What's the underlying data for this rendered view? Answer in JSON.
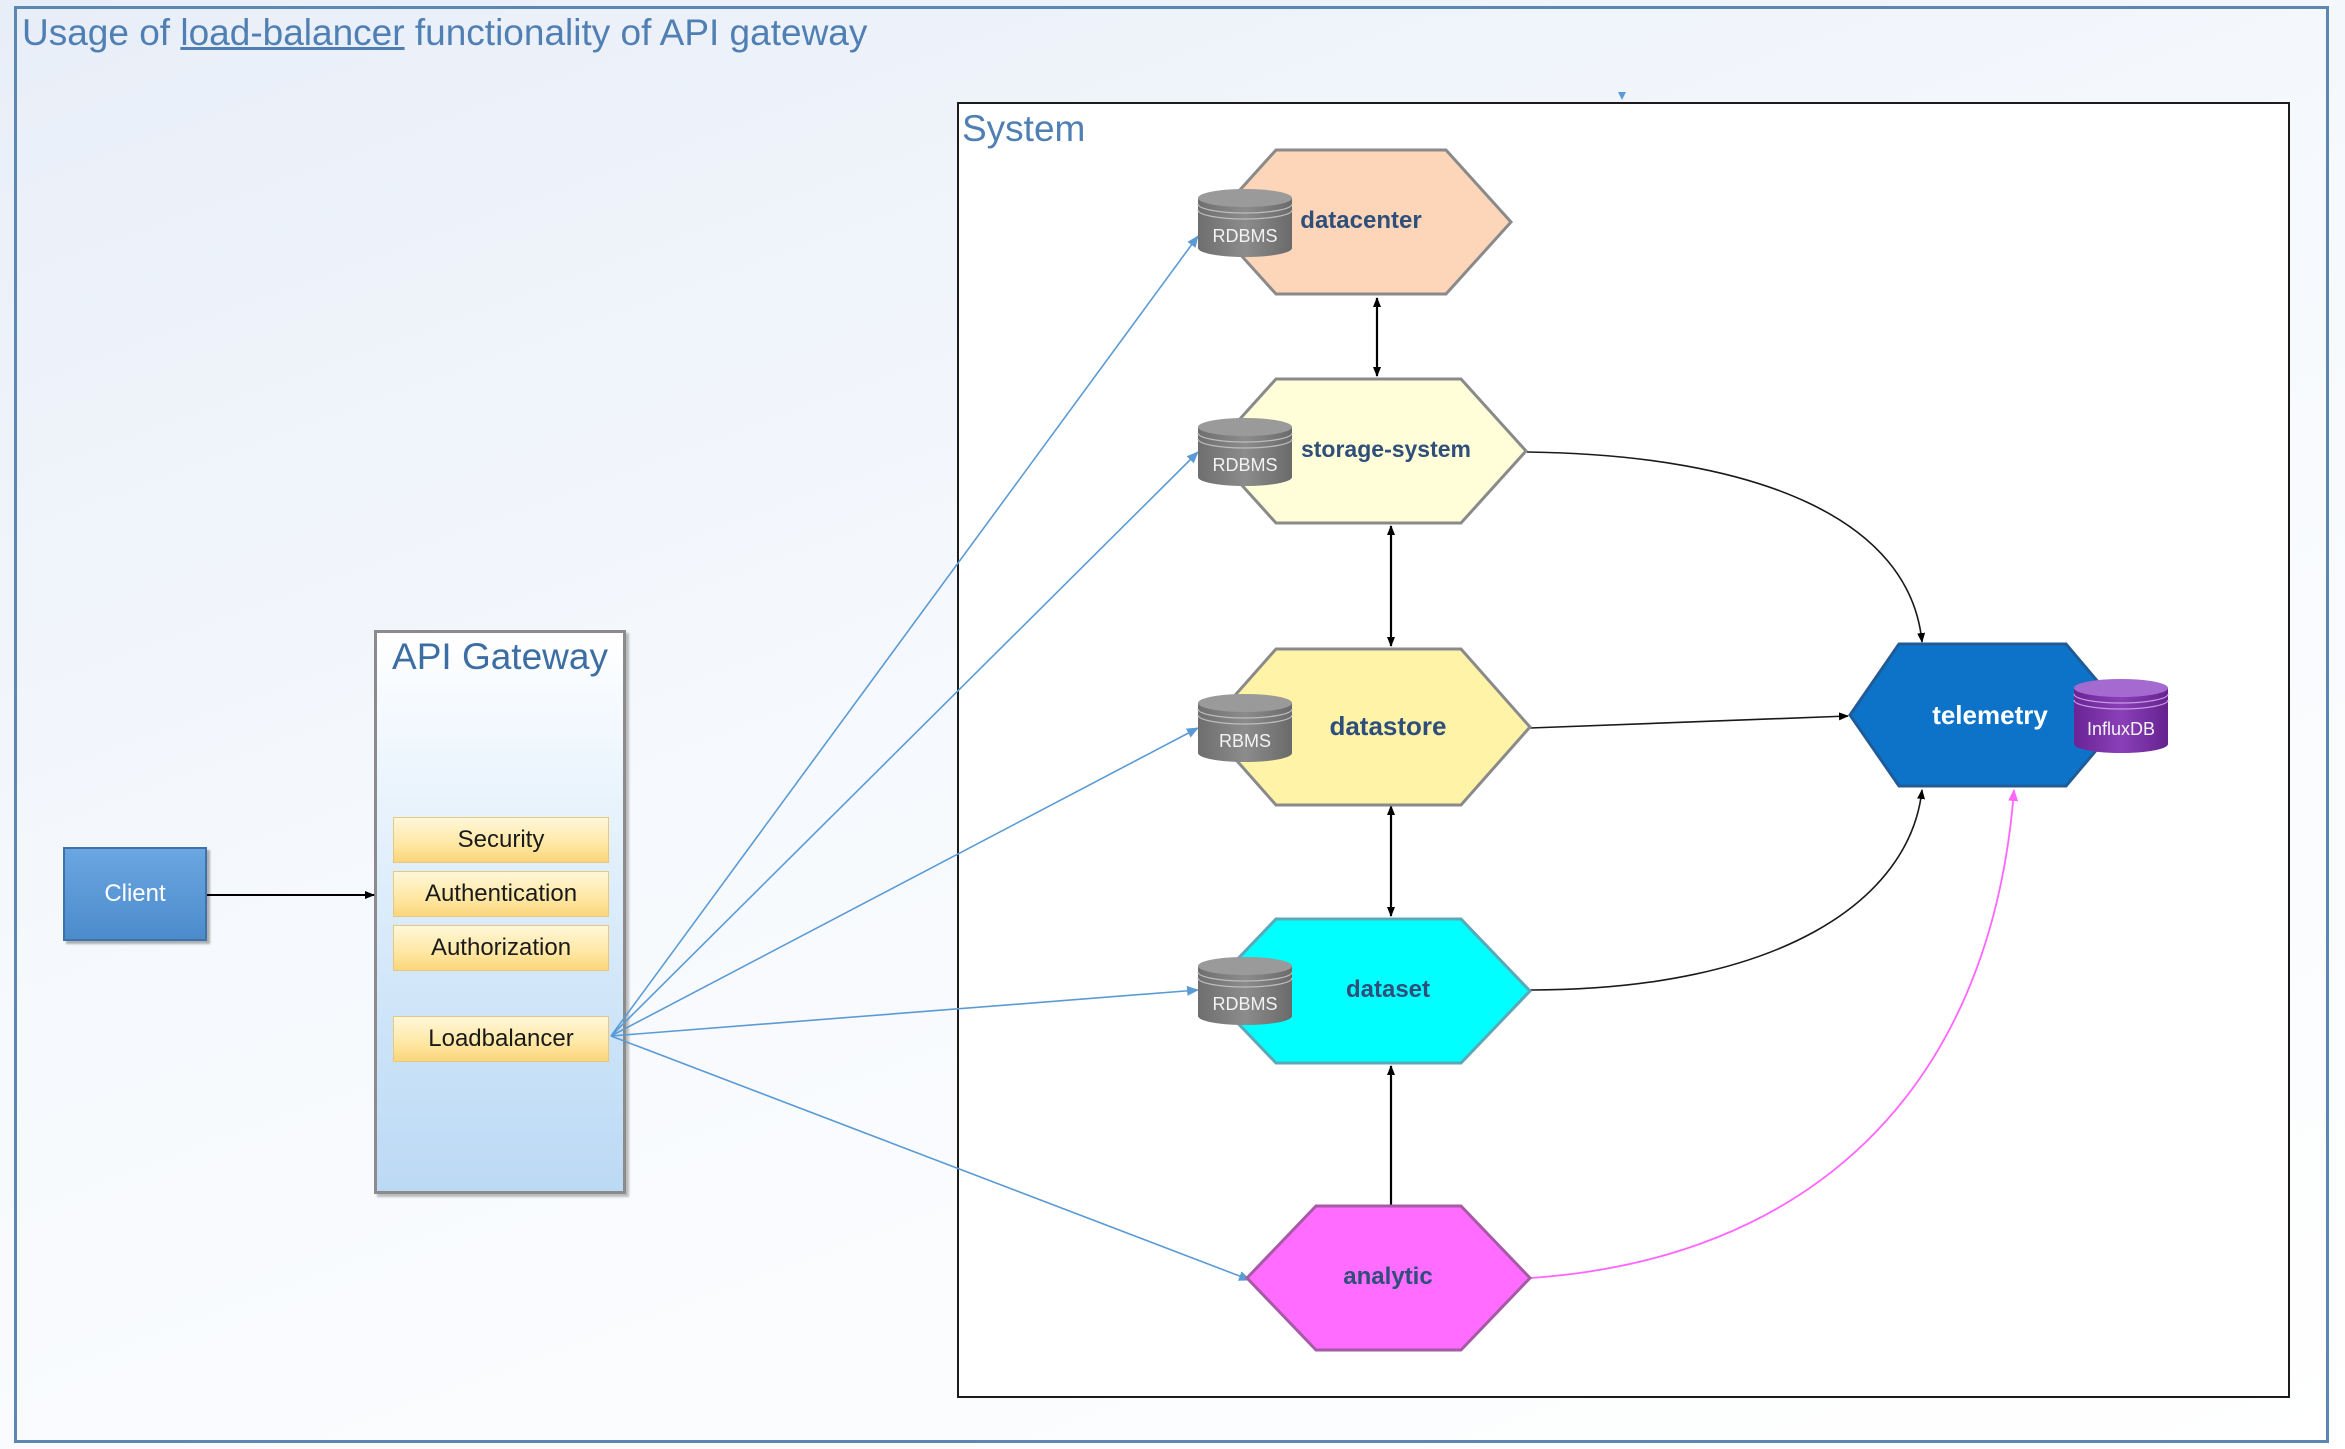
{
  "title": {
    "prefix": "Usage of ",
    "highlight": "load-balancer",
    "suffix": " functionality of API gateway"
  },
  "system": {
    "label": "System"
  },
  "client": {
    "label": "Client"
  },
  "gateway": {
    "title": "API Gateway",
    "features": [
      "Security",
      "Authentication",
      "Authorization",
      "Loadbalancer"
    ]
  },
  "services": [
    {
      "name": "datacenter",
      "color": "#fdd5b8",
      "db": "RDBMS"
    },
    {
      "name": "storage-system",
      "color": "#fffed9",
      "db": "RDBMS"
    },
    {
      "name": "datastore",
      "color": "#fff3a8",
      "db": "RBMS"
    },
    {
      "name": "dataset",
      "color": "#00ffff",
      "db": "RDBMS"
    },
    {
      "name": "analytic",
      "color": "#ff6cff",
      "db": ""
    },
    {
      "name": "telemetry",
      "color": "#0d73c9",
      "db": "InfluxDB"
    }
  ],
  "colors": {
    "frame": "#5b87b2",
    "title_text": "#4f7fb3",
    "client_fill": "#5b9bd5",
    "lb_arrows": "#5b9bd5",
    "analytic_arrow": "#ff66ff",
    "db_gray": "#808080",
    "influx_purple": "#7b2fa8"
  }
}
